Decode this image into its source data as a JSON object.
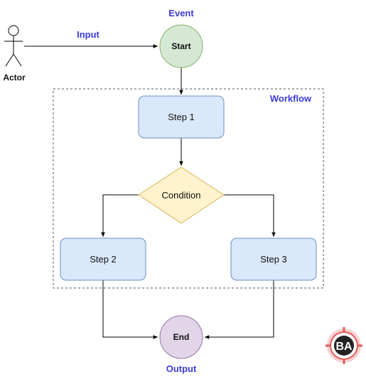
{
  "diagram": {
    "labels": {
      "event": "Event",
      "input": "Input",
      "output": "Output",
      "workflow": "Workflow"
    },
    "nodes": {
      "actor": "Actor",
      "start": "Start",
      "step1": "Step 1",
      "condition": "Condition",
      "step2": "Step 2",
      "step3": "Step 3",
      "end": "End"
    },
    "logo": "BA",
    "colors": {
      "label_blue": "#3b3bd6",
      "step_fill": "#dae8fc",
      "step_stroke": "#6c8ebf",
      "start_fill": "#d5e8d4",
      "start_stroke": "#82b366",
      "condition_fill": "#fff2cc",
      "condition_stroke": "#d6b656",
      "end_fill": "#e1d5e7",
      "end_stroke": "#9673a6",
      "logo_red": "#e05a5a"
    }
  }
}
